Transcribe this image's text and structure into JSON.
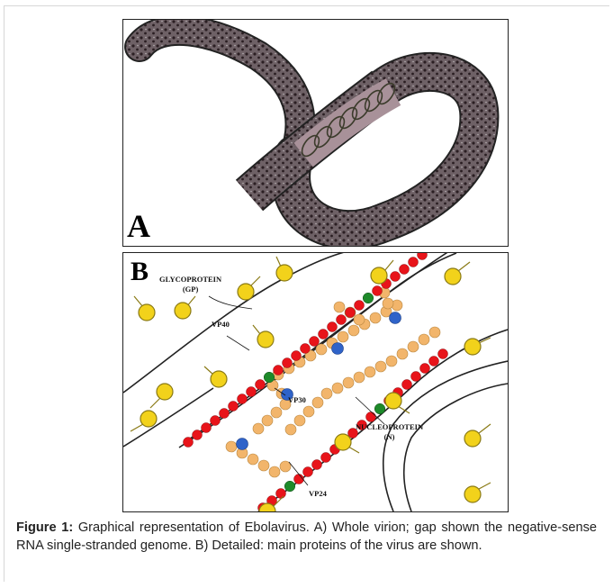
{
  "panels": {
    "a_letter": "A",
    "b_letter": "B",
    "b_labels": {
      "glycoprotein_line1": "GLYCOPROTEIN",
      "glycoprotein_line2": "(GP)",
      "vp40": "VP40",
      "vp30": "VP30",
      "nucleoprotein_line1": "NUCLEOPROTEIN",
      "nucleoprotein_line2": "(N)",
      "vp24": "VP24"
    }
  },
  "caption": {
    "label": "Figure 1:",
    "text": " Graphical representation of Ebolavirus. A) Whole virion; gap shown the negative-sense RNA single-stranded genome. B) Detailed: main proteins of the virus are shown."
  },
  "colors": {
    "virion_body": "#6e6166",
    "virion_dots": "#2a1e22",
    "capsid_window": "#a89199",
    "membrane_red": "#e8141a",
    "glycoprotein_yellow": "#f2d21b",
    "nucleoprotein_orange": "#f2b56b",
    "vp30_blue": "#2f63c9",
    "vp24_green": "#1e8a2a"
  }
}
